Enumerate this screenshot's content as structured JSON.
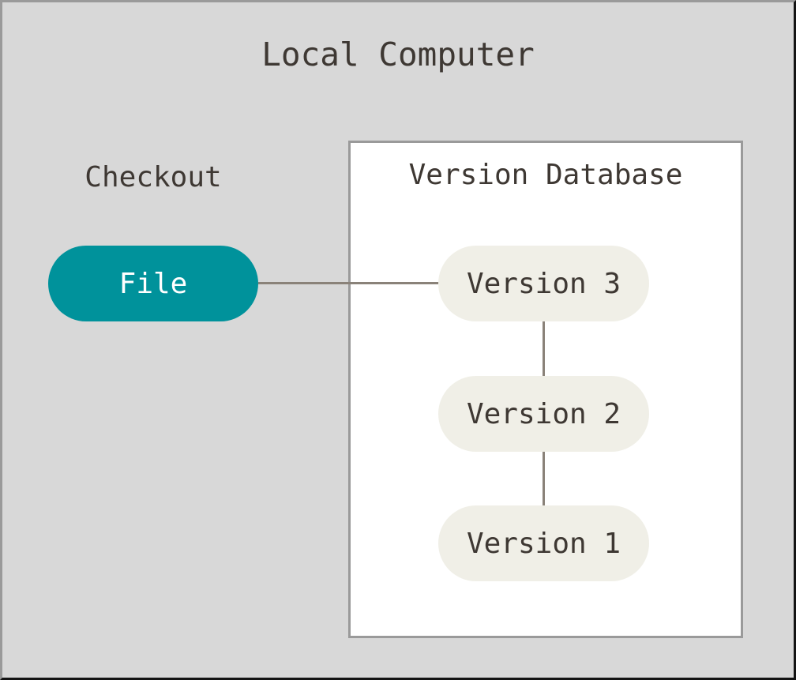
{
  "title": "Local Computer",
  "checkout": {
    "label": "Checkout"
  },
  "file_node": {
    "label": "File"
  },
  "version_database": {
    "title": "Version Database",
    "versions": [
      {
        "label": "Version 3"
      },
      {
        "label": "Version 2"
      },
      {
        "label": "Version 1"
      }
    ]
  },
  "connections": [
    {
      "from": "File",
      "to": "Version 3"
    },
    {
      "from": "Version 3",
      "to": "Version 2"
    },
    {
      "from": "Version 2",
      "to": "Version 1"
    }
  ],
  "colors": {
    "background": "#d8d8d8",
    "frame_light": "#9a9a9a",
    "frame_dark": "#141414",
    "box_fill": "#ffffff",
    "box_border": "#9a9a9a",
    "file_fill": "#00929b",
    "file_text": "#ffffff",
    "version_fill": "#f0efe7",
    "text": "#3e3833",
    "connector": "#8a8279"
  }
}
